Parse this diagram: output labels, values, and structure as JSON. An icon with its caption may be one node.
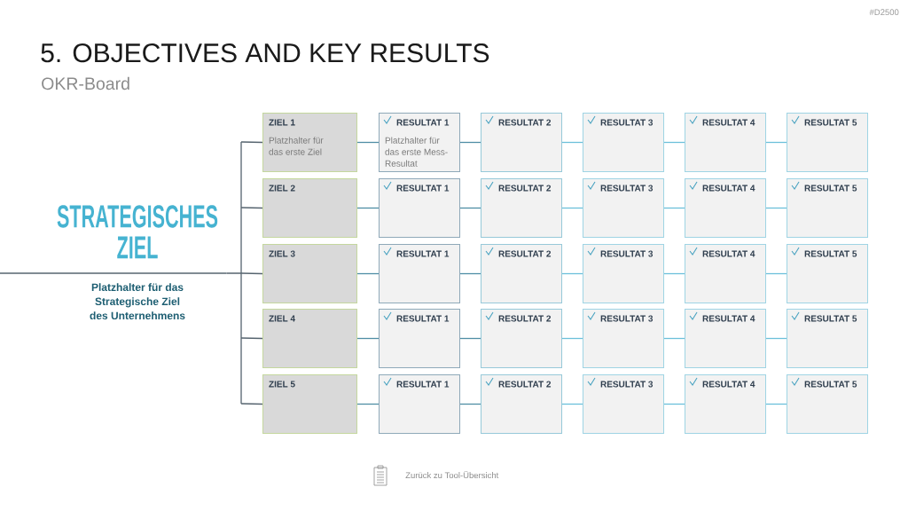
{
  "diagram": {
    "title": "5. OBJECTIVES AND KEY RESULTS",
    "nodes": [
      {
        "text": [
          "STRATEGISCHES ZIEL",
          "Platzhalter für das Strategische Ziel des Unternehmens"
        ]
      },
      {
        "text": [
          "ZIEL 1",
          "Platzhalter für das erste Ziel"
        ]
      },
      {
        "text": [
          "RESULTAT 1",
          "Platzhalter für das erste Mess-Resultat"
        ]
      },
      {
        "text": [
          "RESULTAT 2"
        ]
      },
      {
        "text": [
          "RESULTAT 3"
        ]
      },
      {
        "text": [
          "RESULTAT 4"
        ]
      },
      {
        "text": [
          "RESULTAT 5"
        ]
      },
      {
        "text": [
          "ZIEL 2"
        ]
      },
      {
        "text": [
          "RESULTAT 1"
        ]
      },
      {
        "text": [
          "RESULTAT 2"
        ]
      },
      {
        "text": [
          "RESULTAT 3"
        ]
      },
      {
        "text": [
          "RESULTAT 4"
        ]
      },
      {
        "text": [
          "RESULTAT 5"
        ]
      },
      {
        "text": [
          "ZIEL 3"
        ]
      },
      {
        "text": [
          "RESULTAT 1"
        ]
      },
      {
        "text": [
          "RESULTAT 2"
        ]
      },
      {
        "text": [
          "RESULTAT 3"
        ]
      },
      {
        "text": [
          "RESULTAT 4"
        ]
      },
      {
        "text": [
          "RESULTAT 5"
        ]
      },
      {
        "text": [
          "ZIEL 4"
        ]
      },
      {
        "text": [
          "RESULTAT 1"
        ]
      },
      {
        "text": [
          "RESULTAT 2"
        ]
      },
      {
        "text": [
          "RESULTAT 3"
        ]
      },
      {
        "text": [
          "RESULTAT 4"
        ]
      },
      {
        "text": [
          "RESULTAT 5"
        ]
      },
      {
        "text": [
          "ZIEL 5"
        ]
      },
      {
        "text": [
          "RESULTAT 1"
        ]
      },
      {
        "text": [
          "RESULTAT 2"
        ]
      },
      {
        "text": [
          "RESULTAT 3"
        ]
      },
      {
        "text": [
          "RESULTAT 4"
        ]
      },
      {
        "text": [
          "RESULTAT 5"
        ]
      }
    ],
    "edges": [
      {
        "from": 0,
        "to": 1,
        "arrow": "none",
        "color": "#56646f"
      },
      {
        "from": 1,
        "to": 2,
        "arrow": "none",
        "color": "#4f8ea5"
      },
      {
        "from": 2,
        "to": 3,
        "arrow": "none",
        "color": "#4f8ea5"
      },
      {
        "from": 3,
        "to": 4,
        "arrow": "none"
      },
      {
        "from": 4,
        "to": 5,
        "arrow": "none"
      },
      {
        "from": 5,
        "to": 6,
        "arrow": "none"
      },
      {
        "from": 0,
        "to": 7,
        "arrow": "none",
        "color": "#56646f"
      },
      {
        "from": 7,
        "to": 8,
        "arrow": "none",
        "color": "#4f8ea5"
      },
      {
        "from": 8,
        "to": 9,
        "arrow": "none",
        "color": "#4f8ea5"
      },
      {
        "from": 9,
        "to": 10,
        "arrow": "none"
      },
      {
        "from": 10,
        "to": 11,
        "arrow": "none"
      },
      {
        "from": 11,
        "to": 12,
        "arrow": "none"
      },
      {
        "from": 0,
        "to": 13,
        "arrow": "none",
        "color": "#56646f"
      },
      {
        "from": 13,
        "to": 14,
        "arrow": "none",
        "color": "#4f8ea5"
      },
      {
        "from": 14,
        "to": 15,
        "arrow": "none",
        "color": "#4f8ea5"
      },
      {
        "from": 15,
        "to": 16,
        "arrow": "none"
      },
      {
        "from": 16,
        "to": 17,
        "arrow": "none"
      },
      {
        "from": 17,
        "to": 18,
        "arrow": "none"
      },
      {
        "from": 0,
        "to": 19,
        "arrow": "none",
        "color": "#56646f"
      },
      {
        "from": 19,
        "to": 20,
        "arrow": "none",
        "color": "#4f8ea5"
      },
      {
        "from": 20,
        "to": 21,
        "arrow": "none",
        "color": "#4f8ea5"
      },
      {
        "from": 21,
        "to": 22,
        "arrow": "none"
      },
      {
        "from": 22,
        "to": 23,
        "arrow": "none"
      },
      {
        "from": 23,
        "to": 24,
        "arrow": "none"
      },
      {
        "from": 0,
        "to": 25,
        "arrow": "none",
        "color": "#56646f"
      },
      {
        "from": 25,
        "to": 26,
        "arrow": "none",
        "color": "#4f8ea5"
      },
      {
        "from": 26,
        "to": 27,
        "arrow": "none",
        "color": "#4f8ea5"
      },
      {
        "from": 27,
        "to": 28,
        "arrow": "none"
      },
      {
        "from": 28,
        "to": 29,
        "arrow": "none"
      },
      {
        "from": 29,
        "to": 30,
        "arrow": "none"
      }
    ],
    "labels": [
      "#D2500",
      "OKR-Board",
      "Zurück zu Tool-Übersicht"
    ]
  }
}
